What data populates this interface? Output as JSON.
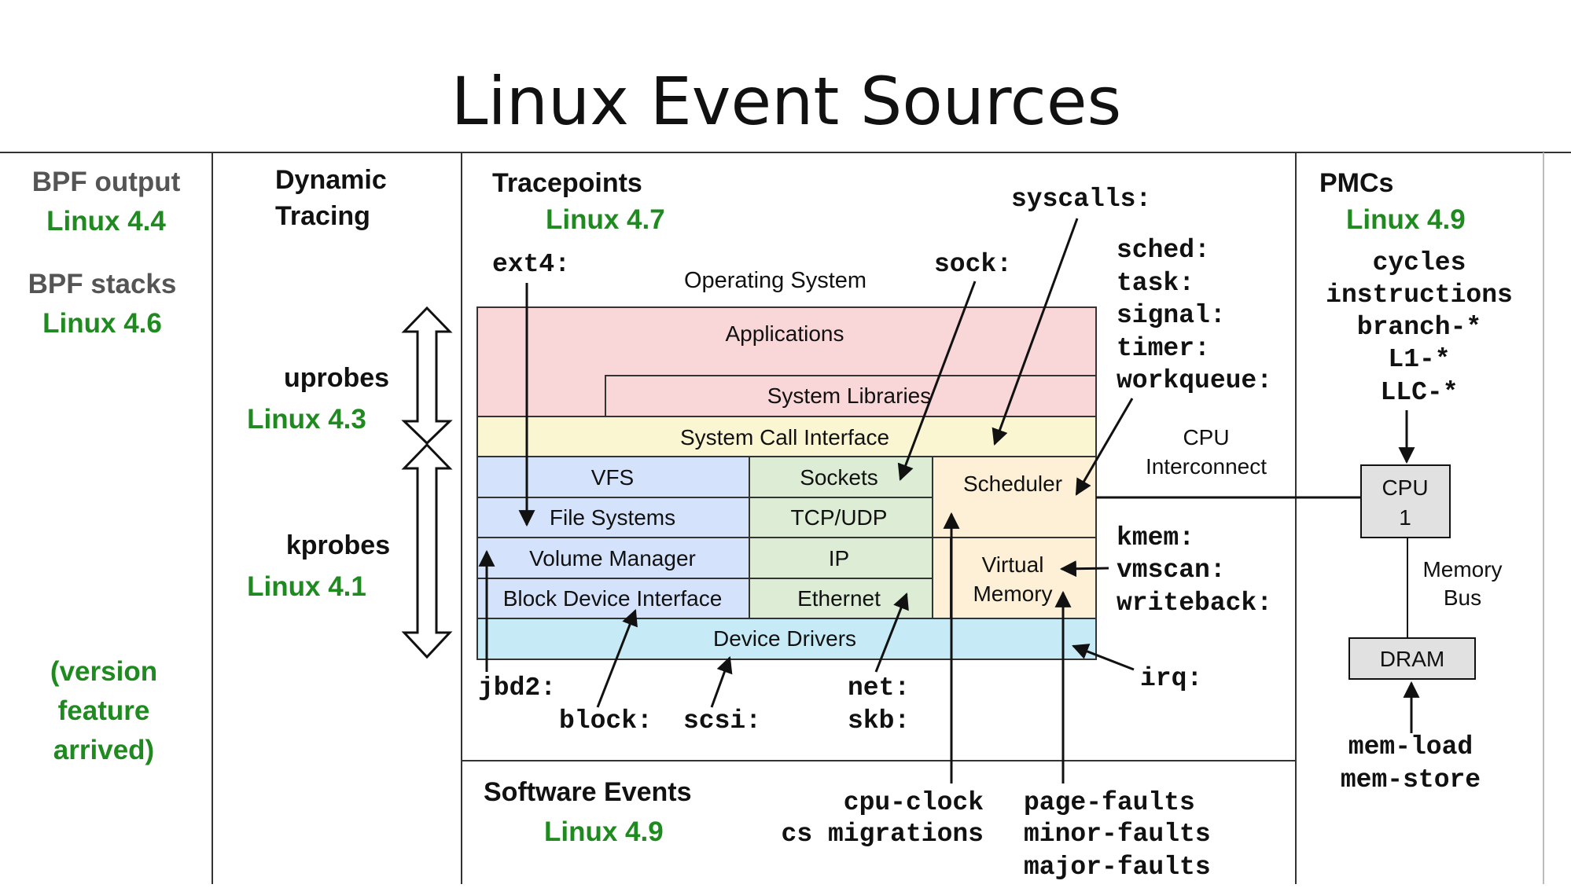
{
  "title": "Linux Event Sources",
  "colors": {
    "green": "#1f8a1f",
    "applications": "#f9d6d8",
    "syscall": "#fbf6d2",
    "blue": "#d4e3fb",
    "sockets": "#dcecd5",
    "scheduler": "#fdf0d6",
    "drivers": "#c7ebf6",
    "gray_box": "#e1e1e1"
  },
  "left": {
    "bpf_output": "BPF output",
    "bpf_output_ver": "Linux 4.4",
    "bpf_stacks": "BPF stacks",
    "bpf_stacks_ver": "Linux 4.6",
    "legend": [
      "(version",
      "feature",
      "arrived)"
    ]
  },
  "dynamic": {
    "title": [
      "Dynamic",
      "Tracing"
    ],
    "uprobes": "uprobes",
    "uprobes_ver": "Linux 4.3",
    "kprobes": "kprobes",
    "kprobes_ver": "Linux 4.1"
  },
  "tracepoints": {
    "title": "Tracepoints",
    "version": "Linux 4.7",
    "labels": {
      "ext4": "ext4:",
      "sock": "sock:",
      "syscalls": "syscalls:",
      "sched_group": [
        "sched:",
        "task:",
        "signal:",
        "timer:",
        "workqueue:"
      ],
      "kmem_group": [
        "kmem:",
        "vmscan:",
        "writeback:"
      ],
      "irq": "irq:",
      "jbd2": "jbd2:",
      "block": "block:",
      "scsi": "scsi:",
      "net": "net:",
      "skb": "skb:"
    }
  },
  "os": {
    "label": "Operating System",
    "applications": "Applications",
    "system_libraries": "System Libraries",
    "system_call_interface": "System Call Interface",
    "vfs": "VFS",
    "file_systems": "File Systems",
    "volume_manager": "Volume Manager",
    "block_device_interface": "Block Device Interface",
    "sockets": "Sockets",
    "tcp_udp": "TCP/UDP",
    "ip": "IP",
    "ethernet": "Ethernet",
    "scheduler": "Scheduler",
    "virtual_memory": [
      "Virtual",
      "Memory"
    ],
    "device_drivers": "Device Drivers"
  },
  "software_events": {
    "title": "Software Events",
    "version": "Linux 4.9",
    "col1": [
      "cpu-clock",
      "cs migrations"
    ],
    "col2": [
      "page-faults",
      "minor-faults",
      "major-faults"
    ]
  },
  "pmcs": {
    "title": "PMCs",
    "version": "Linux 4.9",
    "events": [
      "cycles",
      "instructions",
      "branch-*",
      "L1-*",
      "LLC-*"
    ],
    "cpu_interconnect": [
      "CPU",
      "Interconnect"
    ],
    "cpu_box": [
      "CPU",
      "1"
    ],
    "memory_bus": [
      "Memory",
      "Bus"
    ],
    "dram": "DRAM",
    "mem_events": [
      "mem-load",
      "mem-store"
    ]
  }
}
